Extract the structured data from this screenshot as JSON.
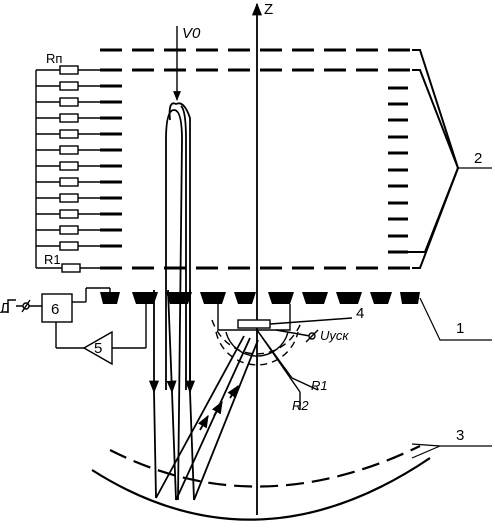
{
  "labels": {
    "axis_z": "Z",
    "v0": "V0",
    "rn": "Rп",
    "r1_chain": "R1",
    "num_1": "1",
    "num_2": "2",
    "num_3": "3",
    "num_4": "4",
    "num_5": "5",
    "num_6": "6",
    "u_acc": "Uуск",
    "r1_radius": "R1",
    "r2_radius": "R2",
    "pulse_symbol": "Л"
  },
  "colors": {
    "stroke": "#000000",
    "background": "#ffffff"
  }
}
